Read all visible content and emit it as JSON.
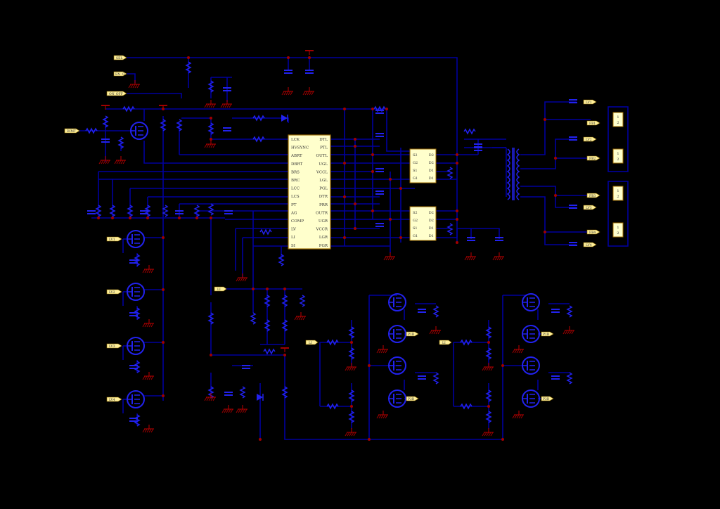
{
  "colors": {
    "background": "#000000",
    "wire": "#00009e",
    "component": "#2222ee",
    "junction": "#a00000",
    "ground": "#a00000",
    "label_fill": "#ffef9a",
    "label_stroke": "#8b6a00",
    "ic_fill": "#ffffcc",
    "ic_stroke": "#9b6a00"
  },
  "net_labels": {
    "sel": "SEL",
    "en_out": "EN_O",
    "on_off": "ON_OFF",
    "dimt": "DIMT",
    "lv1": "LV1",
    "lv2": "LV2",
    "lv3": "LV3",
    "lv4": "LV4",
    "li_a": "LI",
    "li_b": "LI",
    "li_c": "LI",
    "fb1": "FB1",
    "fb2": "FB2",
    "fb3": "FB3",
    "fb4": "FB4",
    "pb1": "P1B",
    "pb2": "P2B",
    "pb3": "P1B",
    "pb4": "P2B",
    "la1": "LV1",
    "la2": "LV2",
    "la3": "LV3",
    "la4": "LV4"
  },
  "controller_ic": {
    "left_pins": [
      "LCK",
      "HVSYNC",
      "ABRT",
      "DBRT",
      "BRS",
      "BRC",
      "LCC",
      "LCS",
      "PT",
      "AG",
      "COMP",
      "LV",
      "LI",
      "SI"
    ],
    "right_pins": [
      "DTL",
      "PTL",
      "OUTL",
      "UGL",
      "VCCL",
      "LGL",
      "PGL",
      "DTR",
      "PRR",
      "OUTR",
      "UGR",
      "VCCR",
      "LGR",
      "PGR"
    ]
  },
  "mosfet_pair_top": {
    "left_pins": [
      "S2",
      "G2",
      "S1",
      "G1"
    ],
    "right_pins": [
      "D2",
      "D2",
      "D1",
      "D1"
    ]
  },
  "mosfet_pair_bottom": {
    "left_pins": [
      "S2",
      "G2",
      "S1",
      "G1"
    ],
    "right_pins": [
      "D2",
      "D2",
      "D1",
      "D1"
    ]
  },
  "connector_top": {
    "pins": [
      "1",
      "2",
      "1",
      "2"
    ]
  },
  "connector_bottom": {
    "pins": [
      "1",
      "2",
      "1",
      "2"
    ]
  }
}
